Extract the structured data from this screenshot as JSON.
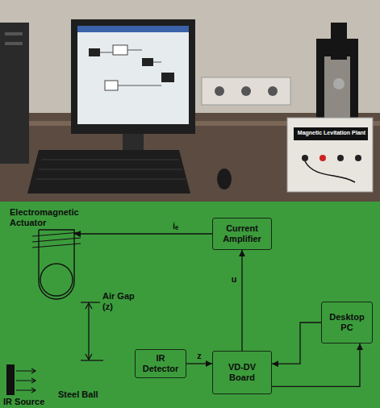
{
  "diagram": {
    "nodes": [
      {
        "text": [
          "Electromagnetic Actuator"
        ]
      },
      {
        "text": [
          "Current Amplifier"
        ]
      },
      {
        "text": [
          "IR Detector"
        ]
      },
      {
        "text": [
          "VD-DV Board"
        ]
      },
      {
        "text": [
          "Desktop PC"
        ]
      }
    ],
    "edges": [
      {
        "from": 1,
        "to": 0,
        "label": "iₑ",
        "arrow": "to"
      },
      {
        "from": 3,
        "to": 1,
        "label": "u",
        "arrow": "to"
      },
      {
        "from": 2,
        "to": 3,
        "label": "z",
        "arrow": "to"
      },
      {
        "from": 4,
        "to": 3,
        "arrow": "to"
      },
      {
        "from": 3,
        "to": 4,
        "arrow": "to"
      }
    ],
    "labels": [
      "Magnetic Levitation Plant",
      "Air Gap (z)",
      "Steel Ball",
      "IR Source"
    ]
  }
}
